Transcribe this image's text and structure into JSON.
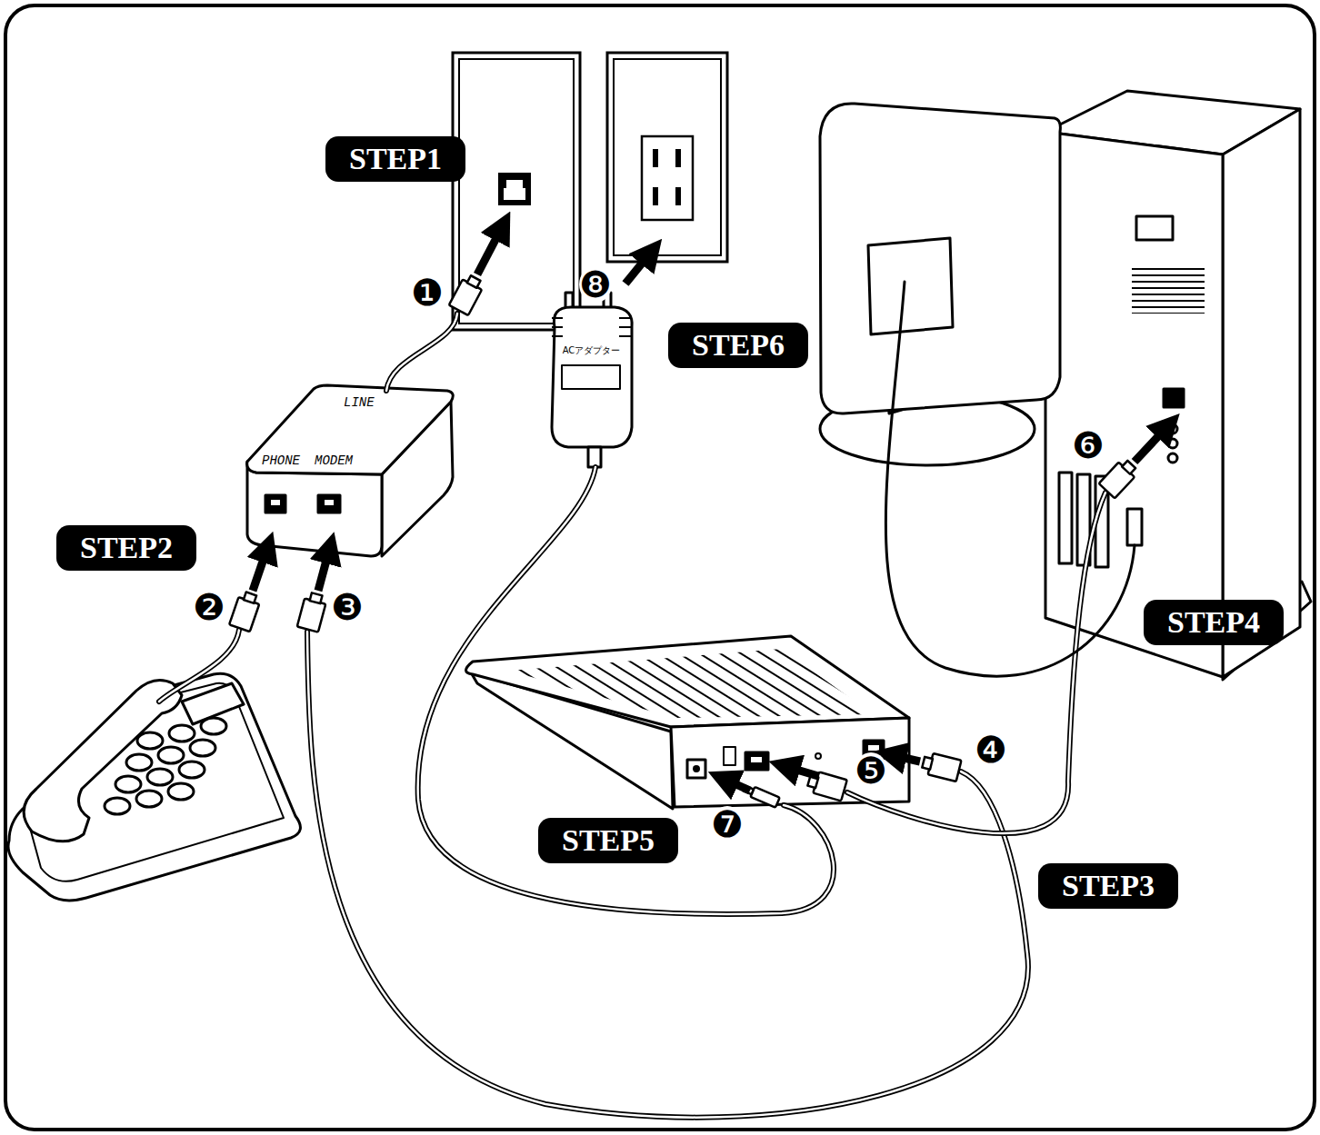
{
  "diagram": {
    "nodes": [
      {
        "text": [
          "STEP1"
        ]
      },
      {
        "text": [
          "ACアダプター"
        ]
      },
      {
        "text": [
          "STEP6"
        ]
      },
      {
        "text": [
          "LINE",
          "PHONE",
          "MODEM"
        ]
      },
      {
        "text": [
          "STEP2"
        ]
      },
      {
        "text": [
          "STEP4"
        ]
      },
      {
        "text": [
          "STEP5"
        ]
      },
      {
        "text": [
          "STEP3"
        ]
      }
    ],
    "labels": [
      "❶",
      "❽",
      "❻",
      "❷",
      "❸",
      "❹",
      "❺",
      "❼"
    ]
  }
}
